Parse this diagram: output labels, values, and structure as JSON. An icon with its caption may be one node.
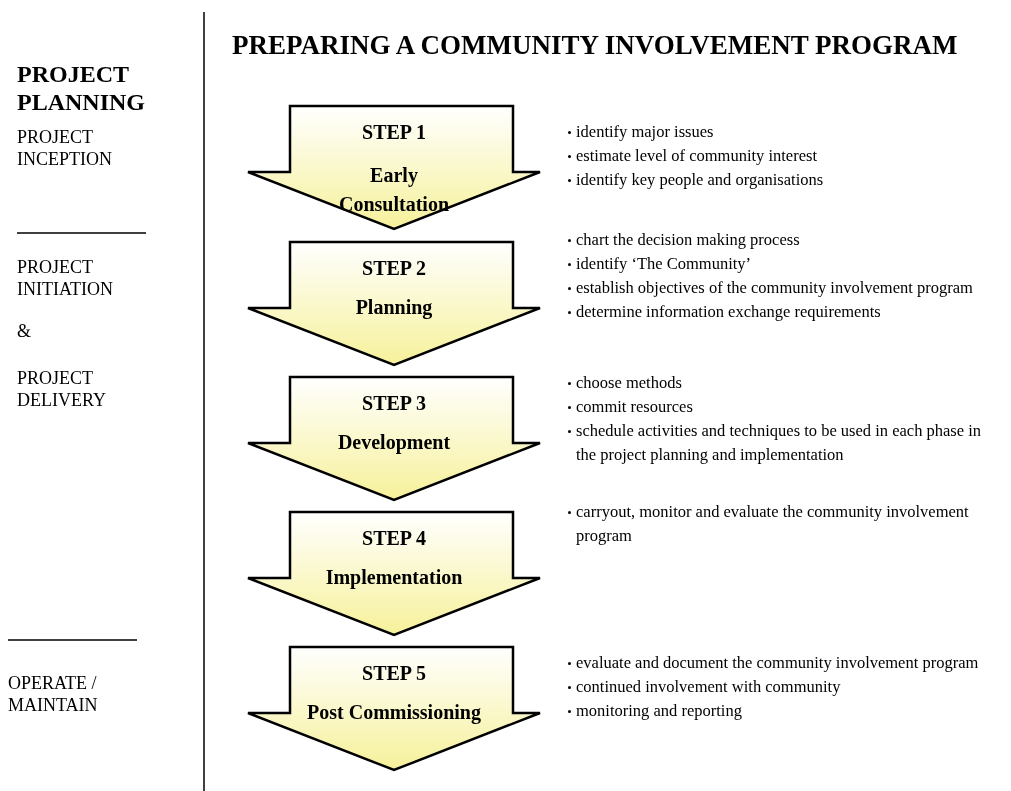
{
  "diagram": {
    "title": "PREPARING A COMMUNITY INVOLVEMENT PROGRAM",
    "nodes": [
      {
        "text": [
          "STEP 1",
          "Early Consultation"
        ],
        "beside": [
          "identify major issues",
          "estimate level of community interest",
          "identify key people and organisations"
        ]
      },
      {
        "text": [
          "STEP 2",
          "Planning"
        ],
        "beside": [
          "chart the decision making process",
          "identify  ‘The Community’",
          "establish objectives of the community involvement program",
          "determine information exchange requirements"
        ]
      },
      {
        "text": [
          "STEP 3",
          "Development"
        ],
        "beside": [
          "choose methods",
          "commit resources",
          "schedule activities and techniques to be used in each phase in the project planning and implementation"
        ]
      },
      {
        "text": [
          "STEP 4",
          "Implementation"
        ],
        "beside": [
          "carryout, monitor and evaluate the community involvement program"
        ]
      },
      {
        "text": [
          "STEP 5",
          "Post Commissioning"
        ],
        "beside": [
          "evaluate and document the community involvement program",
          "continued involvement with community",
          "monitoring and reporting"
        ]
      }
    ],
    "labels": [
      "PROJECT PLANNING",
      "PROJECT INCEPTION",
      "PROJECT INITIATION",
      "&",
      "PROJECT DELIVERY",
      "OPERATE / MAINTAIN"
    ]
  }
}
